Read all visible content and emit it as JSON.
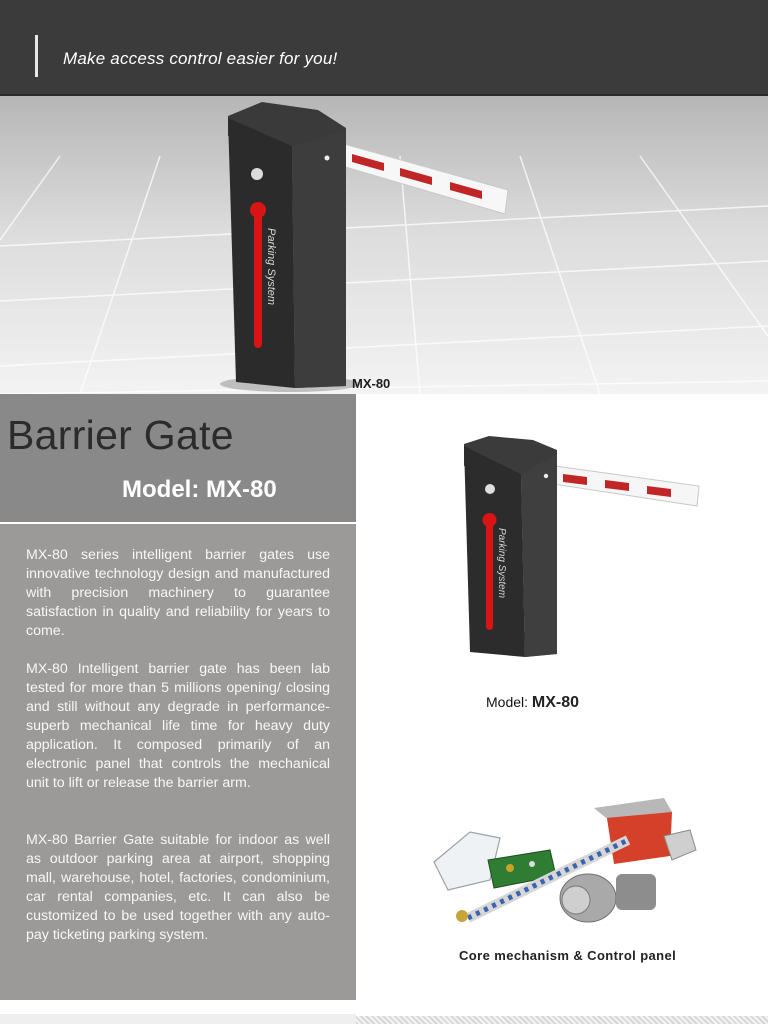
{
  "header": {
    "tagline": "Make access control easier for you!"
  },
  "hero": {
    "gate_label": "Parking System",
    "model_label": "MX-80"
  },
  "title_panel": {
    "title": "Barrier Gate",
    "model": "Model: MX-80"
  },
  "description": [
    "MX-80 series intelligent barrier gates use innovative technology design and manufactured with precision machinery to guarantee satisfaction in quality and reliability for years to come.",
    "MX-80 Intelligent barrier gate has been lab tested for more than 5 millions opening/ closing and still without any degrade in performance-superb mechanical life time for heavy duty application. It composed primarily of an electronic panel that controls the mechanical unit to lift or release the barrier arm.",
    "MX-80 Barrier Gate suitable for indoor as well as outdoor parking area at airport, shopping mall, warehouse, hotel, factories, condominium, car rental companies, etc. It can also be customized to be used together with any auto-pay ticketing parking system."
  ],
  "product": {
    "caption_prefix": "Model:",
    "caption_model": "MX-80",
    "gate_label": "Parking System"
  },
  "mechanism": {
    "caption": "Core mechanism & Control panel"
  },
  "colors": {
    "header": "#3b3b3b",
    "gate_body": "#2e2e2e",
    "accent_red": "#d81414",
    "title_panel": "#8a8989",
    "desc_panel": "#9c9999"
  }
}
